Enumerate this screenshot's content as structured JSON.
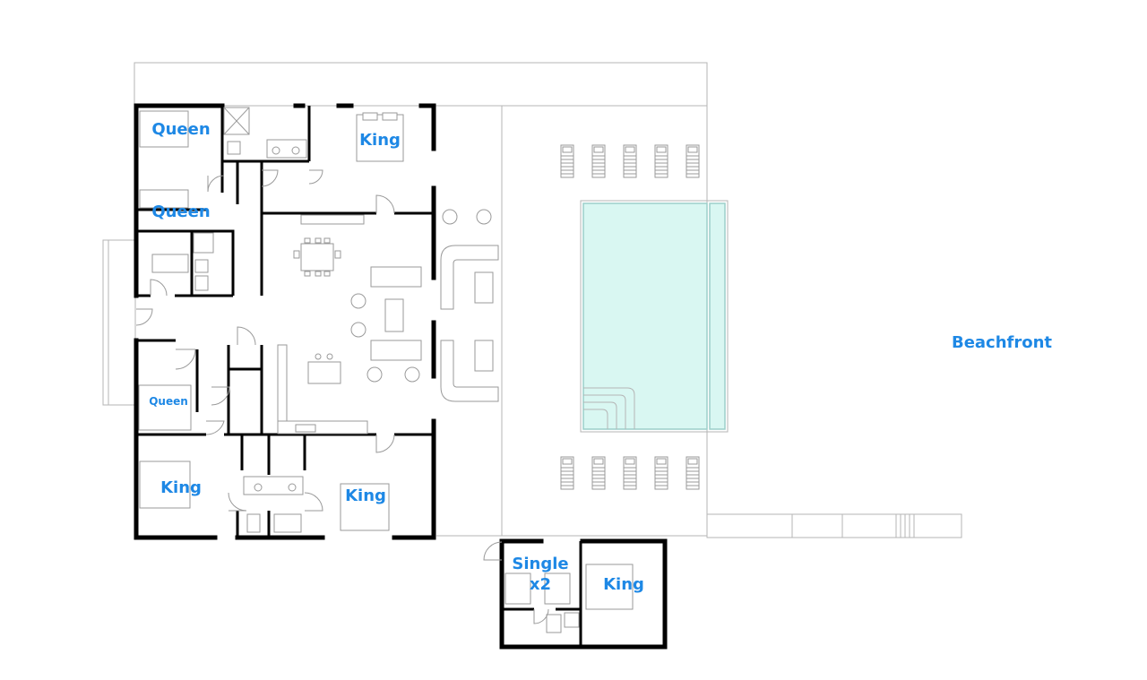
{
  "colors": {
    "label": "#1e88e5",
    "wall": "#000000",
    "outline": "#b5b5b5",
    "pool_water": "#d9f7f2"
  },
  "rooms": {
    "bedroom_nw_top": "Queen",
    "bedroom_nw_bottom": "Queen",
    "bedroom_north_king": "King",
    "bedroom_west_queen": "Queen",
    "bedroom_sw_king": "King",
    "bedroom_south_king": "King",
    "guest_single_line1": "Single",
    "guest_single_line2": "x2",
    "guest_king": "King"
  },
  "site": {
    "beachfront": "Beachfront"
  }
}
